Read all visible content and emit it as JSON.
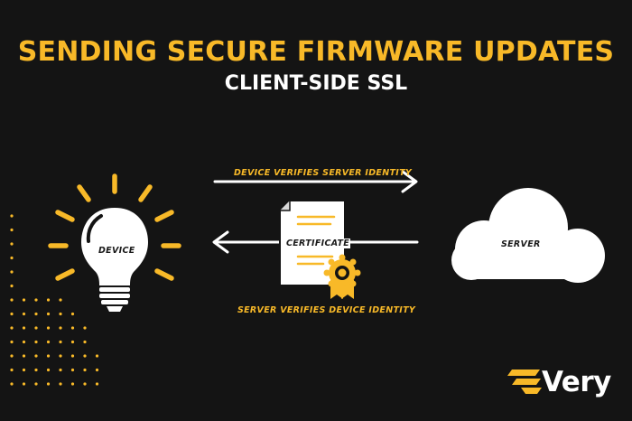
{
  "header": {
    "title": "SENDING SECURE FIRMWARE UPDATES",
    "subtitle": "CLIENT-SIDE SSL"
  },
  "nodes": {
    "device_label": "DEVICE",
    "server_label": "SERVER",
    "certificate_label": "CERTIFICATE"
  },
  "edges": {
    "to_server": "DEVICE VERIFIES SERVER IDENTITY",
    "to_device": "SERVER VERIFIES DEVICE IDENTITY"
  },
  "brand": {
    "name": "Very"
  },
  "colors": {
    "background": "#141414",
    "accent": "#F8B928",
    "white": "#FFFFFF"
  },
  "icons": [
    "lightbulb-icon",
    "cloud-icon",
    "certificate-icon",
    "seal-icon",
    "very-logo-icon"
  ]
}
